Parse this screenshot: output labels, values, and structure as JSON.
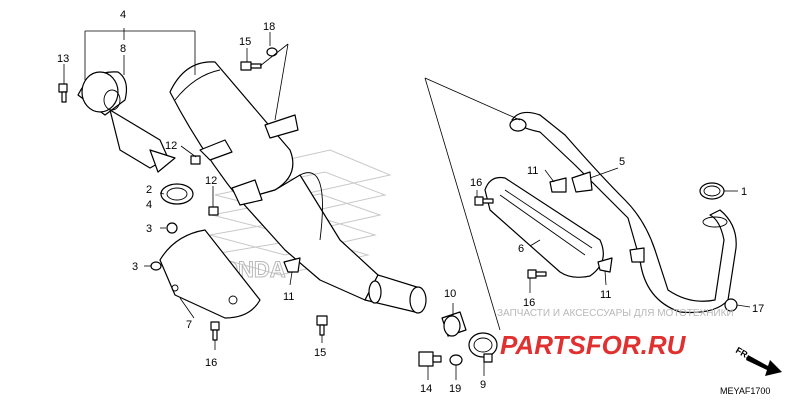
{
  "callouts": [
    {
      "id": "c4",
      "text": "4"
    },
    {
      "id": "c8",
      "text": "8"
    },
    {
      "id": "c13",
      "text": "13"
    },
    {
      "id": "c15a",
      "text": "15"
    },
    {
      "id": "c18",
      "text": "18"
    },
    {
      "id": "c12a",
      "text": "12"
    },
    {
      "id": "c12b",
      "text": "12"
    },
    {
      "id": "c2",
      "text": "2"
    },
    {
      "id": "c4b",
      "text": "4"
    },
    {
      "id": "c3a",
      "text": "3"
    },
    {
      "id": "c3b",
      "text": "3"
    },
    {
      "id": "c7",
      "text": "7"
    },
    {
      "id": "c16a",
      "text": "16"
    },
    {
      "id": "c11a",
      "text": "11"
    },
    {
      "id": "c15b",
      "text": "15"
    },
    {
      "id": "c10",
      "text": "10"
    },
    {
      "id": "c14",
      "text": "14"
    },
    {
      "id": "c19",
      "text": "19"
    },
    {
      "id": "c9",
      "text": "9"
    },
    {
      "id": "c16b",
      "text": "16"
    },
    {
      "id": "c11b",
      "text": "11"
    },
    {
      "id": "c5",
      "text": "5"
    },
    {
      "id": "c6",
      "text": "6"
    },
    {
      "id": "c16c",
      "text": "16"
    },
    {
      "id": "c11c",
      "text": "11"
    },
    {
      "id": "c1",
      "text": "1"
    },
    {
      "id": "c17",
      "text": "17"
    }
  ],
  "watermark": {
    "caption": "ЗАПЧАСТИ И АКСЕССУАРЫ ДЛЯ МОТОТЕХНИКИ",
    "logo": "PARTSFOR.RU",
    "brand": "HONDA"
  },
  "direction_label": "FR.",
  "diagram_code": "MEYAF1700",
  "colors": {
    "line": "#000000",
    "watermark_red": "#e03030",
    "watermark_gray": "#b8b8b8"
  }
}
